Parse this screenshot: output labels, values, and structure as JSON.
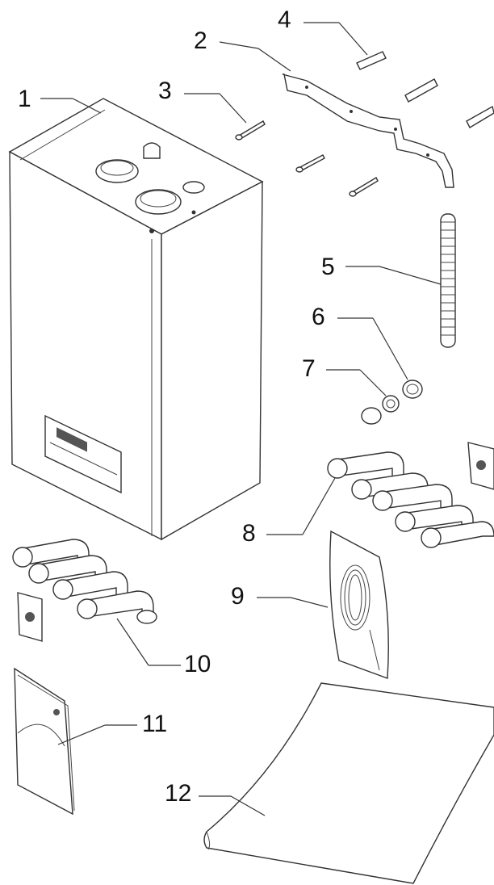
{
  "figure": {
    "kind": "exploded parts diagram",
    "parts": [
      {
        "number": "1",
        "icon": "boiler-unit"
      },
      {
        "number": "2",
        "icon": "mounting-bracket"
      },
      {
        "number": "3",
        "icon": "screw"
      },
      {
        "number": "4",
        "icon": "wall-plug"
      },
      {
        "number": "5",
        "icon": "flexible-hose"
      },
      {
        "number": "6",
        "icon": "fitting-ring"
      },
      {
        "number": "7",
        "icon": "o-ring-and-nut"
      },
      {
        "number": "8",
        "icon": "pipe-connectors"
      },
      {
        "number": "9",
        "icon": "cable-pack"
      },
      {
        "number": "10",
        "icon": "pipe-connectors-set"
      },
      {
        "number": "11",
        "icon": "manual-booklet"
      },
      {
        "number": "12",
        "icon": "paper-template"
      }
    ]
  }
}
